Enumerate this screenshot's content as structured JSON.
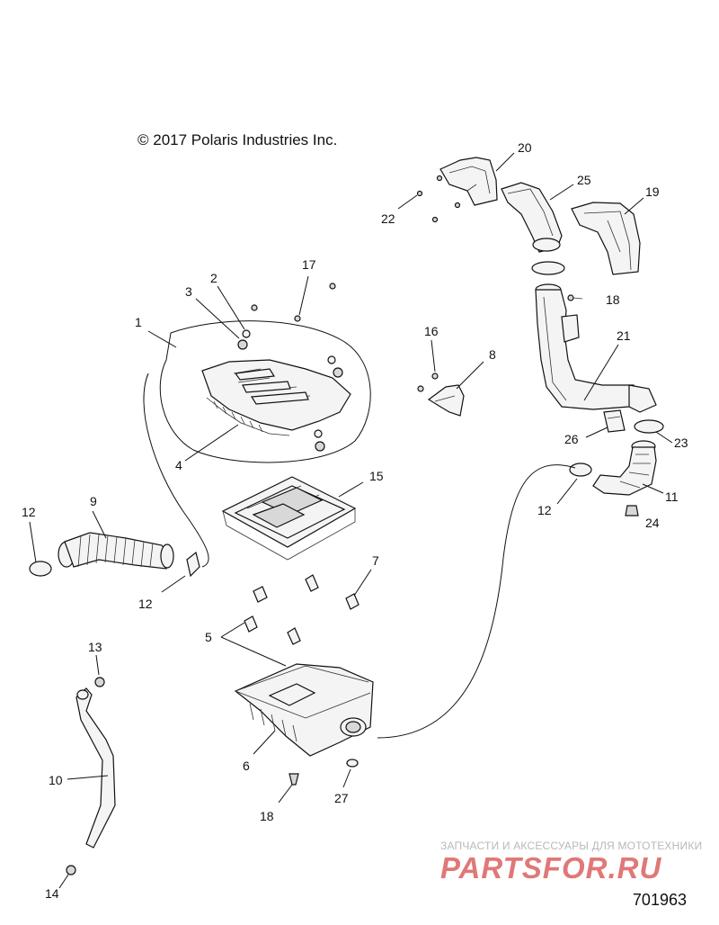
{
  "copyright": "© 2017  Polaris Industries Inc.",
  "diagram_number": "701963",
  "watermark": {
    "caption": "ЗАПЧАСТИ И АКСЕССУАРЫ ДЛЯ МОТОТЕХНИКИ",
    "logo": "PARTSFOR.RU"
  },
  "callouts": {
    "c1": "1",
    "c2": "2",
    "c3": "3",
    "c4": "4",
    "c5": "5",
    "c6": "6",
    "c7": "7",
    "c8": "8",
    "c9": "9",
    "c10": "10",
    "c11": "11",
    "c12a": "12",
    "c12b": "12",
    "c12c": "12",
    "c13": "13",
    "c14": "14",
    "c15": "15",
    "c16": "16",
    "c17": "17",
    "c18a": "18",
    "c18b": "18",
    "c19": "19",
    "c20": "20",
    "c21": "21",
    "c22": "22",
    "c23": "23",
    "c24": "24",
    "c25": "25",
    "c26": "26",
    "c27": "27"
  }
}
